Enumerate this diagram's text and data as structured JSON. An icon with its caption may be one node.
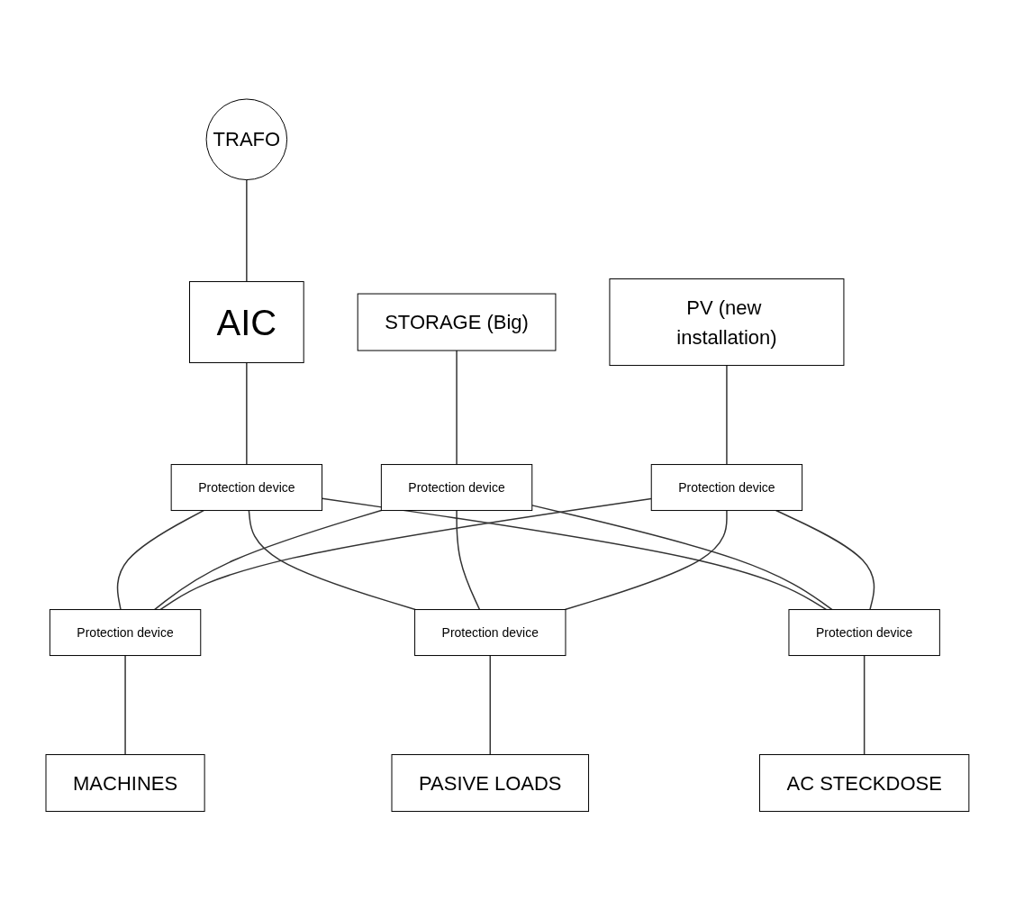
{
  "diagram": {
    "nodes": [
      {
        "text": [
          "TRAFO"
        ]
      },
      {
        "text": [
          "AIC"
        ]
      },
      {
        "text": [
          "STORAGE (Big)"
        ]
      },
      {
        "text": [
          "PV (new installation)"
        ]
      },
      {
        "text": [
          "Protection device"
        ]
      },
      {
        "text": [
          "Protection device"
        ]
      },
      {
        "text": [
          "Protection device"
        ]
      },
      {
        "text": [
          "Protection device"
        ]
      },
      {
        "text": [
          "Protection device"
        ]
      },
      {
        "text": [
          "Protection device"
        ]
      },
      {
        "text": [
          "MACHINES"
        ]
      },
      {
        "text": [
          "PASIVE LOADS"
        ]
      },
      {
        "text": [
          "AC STECKDOSE"
        ]
      }
    ],
    "edges": [
      {
        "from": 0,
        "to": 1,
        "arrow": "none"
      },
      {
        "from": 1,
        "to": 4,
        "arrow": "none"
      },
      {
        "from": 2,
        "to": 5,
        "arrow": "none"
      },
      {
        "from": 3,
        "to": 6,
        "arrow": "none"
      },
      {
        "from": 4,
        "to": 7,
        "arrow": "none"
      },
      {
        "from": 4,
        "to": 8,
        "arrow": "none"
      },
      {
        "from": 4,
        "to": 9,
        "arrow": "none"
      },
      {
        "from": 5,
        "to": 7,
        "arrow": "none"
      },
      {
        "from": 5,
        "to": 8,
        "arrow": "none"
      },
      {
        "from": 5,
        "to": 9,
        "arrow": "none"
      },
      {
        "from": 6,
        "to": 7,
        "arrow": "none"
      },
      {
        "from": 6,
        "to": 8,
        "arrow": "none"
      },
      {
        "from": 6,
        "to": 9,
        "arrow": "none"
      },
      {
        "from": 7,
        "to": 10,
        "arrow": "none"
      },
      {
        "from": 8,
        "to": 11,
        "arrow": "none"
      },
      {
        "from": 9,
        "to": 12,
        "arrow": "none"
      }
    ]
  }
}
